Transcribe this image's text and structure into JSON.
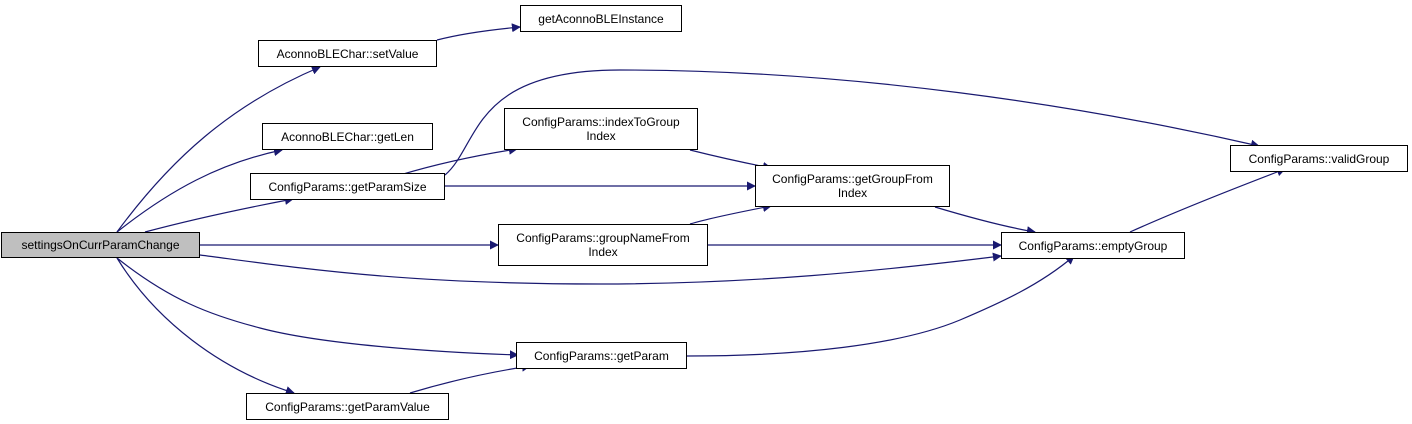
{
  "colors": {
    "edge": "#191970",
    "root_fill": "#bfbfbf",
    "node_fill": "#ffffff",
    "border": "#000000"
  },
  "nodes": {
    "root": {
      "line1": "settingsOnCurrParamChange"
    },
    "set_value": {
      "line1": "AconnoBLEChar::setValue"
    },
    "get_aconno_ble_instance": {
      "line1": "getAconnoBLEInstance"
    },
    "get_len": {
      "line1": "AconnoBLEChar::getLen"
    },
    "get_param_size": {
      "line1": "ConfigParams::getParamSize"
    },
    "index_to_group_index": {
      "line1": "ConfigParams::indexToGroup",
      "line2": "Index"
    },
    "get_group_from_index": {
      "line1": "ConfigParams::getGroupFrom",
      "line2": "Index"
    },
    "valid_group": {
      "line1": "ConfigParams::validGroup"
    },
    "group_name_from_index": {
      "line1": "ConfigParams::groupNameFrom",
      "line2": "Index"
    },
    "empty_group": {
      "line1": "ConfigParams::emptyGroup"
    },
    "get_param": {
      "line1": "ConfigParams::getParam"
    },
    "get_param_value": {
      "line1": "ConfigParams::getParamValue"
    }
  }
}
